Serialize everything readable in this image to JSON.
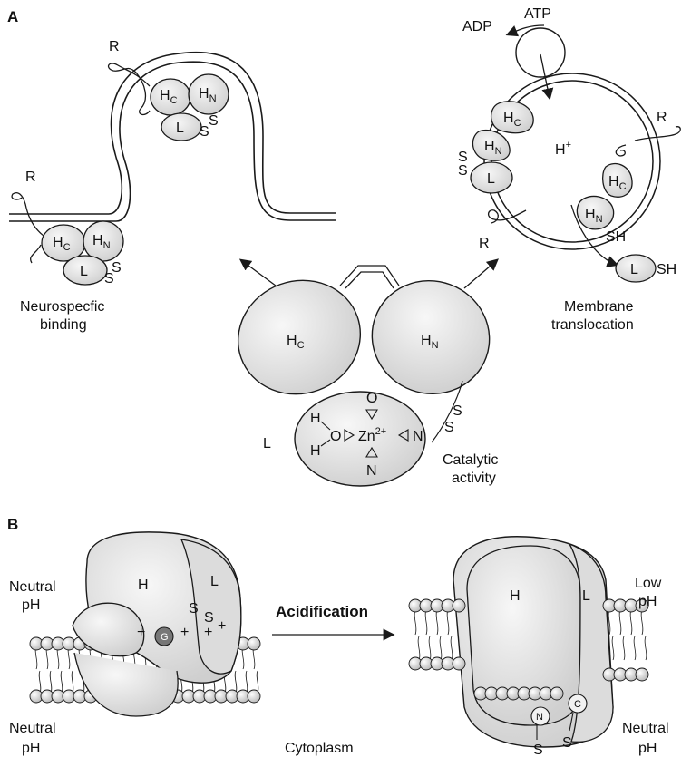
{
  "panel_a": {
    "label": "A",
    "left": {
      "caption_line1": "Neurospecfic",
      "caption_line2": "binding",
      "receptor": "R",
      "hc": "H",
      "hc_sub": "C",
      "hn": "H",
      "hn_sub": "N",
      "l": "L",
      "s": "S"
    },
    "right": {
      "caption_line1": "Membrane",
      "caption_line2": "translocation",
      "adp": "ADP",
      "atp": "ATP",
      "hplus": "H",
      "hplus_sup": "+",
      "receptor": "R",
      "hc": "H",
      "hc_sub": "C",
      "hn": "H",
      "hn_sub": "N",
      "l": "L",
      "s": "S",
      "sh": "SH"
    },
    "center": {
      "hc": "H",
      "hc_sub": "C",
      "hn": "H",
      "hn_sub": "N",
      "l": "L",
      "s": "S",
      "o": "O",
      "n": "N",
      "h": "H",
      "zn": "Zn",
      "zn_sup": "2+",
      "caption_line1": "Catalytic",
      "caption_line2": "activity"
    }
  },
  "panel_b": {
    "label": "B",
    "left_top_line1": "Neutral",
    "left_top_line2": "pH",
    "left_bottom_line1": "Neutral",
    "left_bottom_line2": "pH",
    "arrow_label": "Acidification",
    "cytoplasm": "Cytoplasm",
    "right_top_line1": "Low",
    "right_top_line2": "pH",
    "right_bottom_line1": "Neutral",
    "right_bottom_line2": "pH",
    "h": "H",
    "l": "L",
    "s": "S",
    "g": "G",
    "plus": "+",
    "n": "N",
    "c": "C"
  },
  "colors": {
    "fill_light": "#e9e9e9",
    "fill_mid": "#d4d4d4",
    "stroke": "#1a1a1a"
  }
}
